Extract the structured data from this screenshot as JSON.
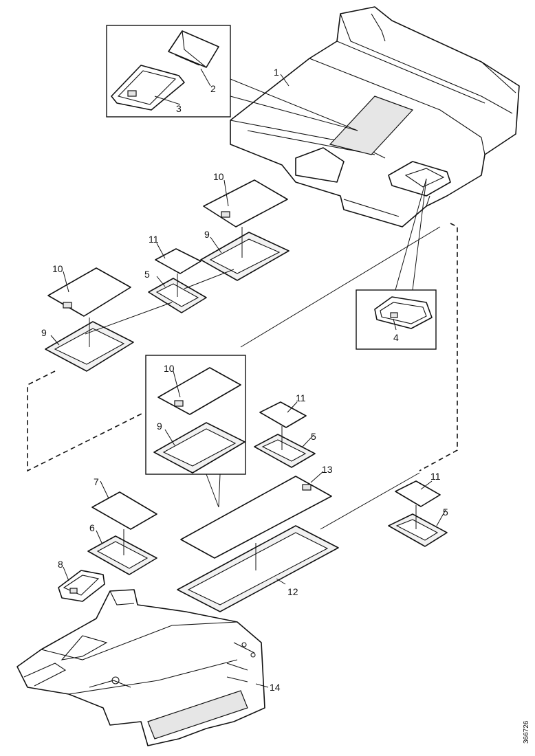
{
  "figure": {
    "reference_code": "366726",
    "callouts": {
      "c1": "1",
      "c2": "2",
      "c3": "3",
      "c4": "4",
      "c5a": "5",
      "c5b": "5",
      "c5c": "5",
      "c6": "6",
      "c7": "7",
      "c8": "8",
      "c9a": "9",
      "c9b": "9",
      "c9c": "9",
      "c10a": "10",
      "c10b": "10",
      "c10c": "10",
      "c11a": "11",
      "c11b": "11",
      "c11c": "11",
      "c12": "12",
      "c13": "13",
      "c14": "14"
    }
  }
}
